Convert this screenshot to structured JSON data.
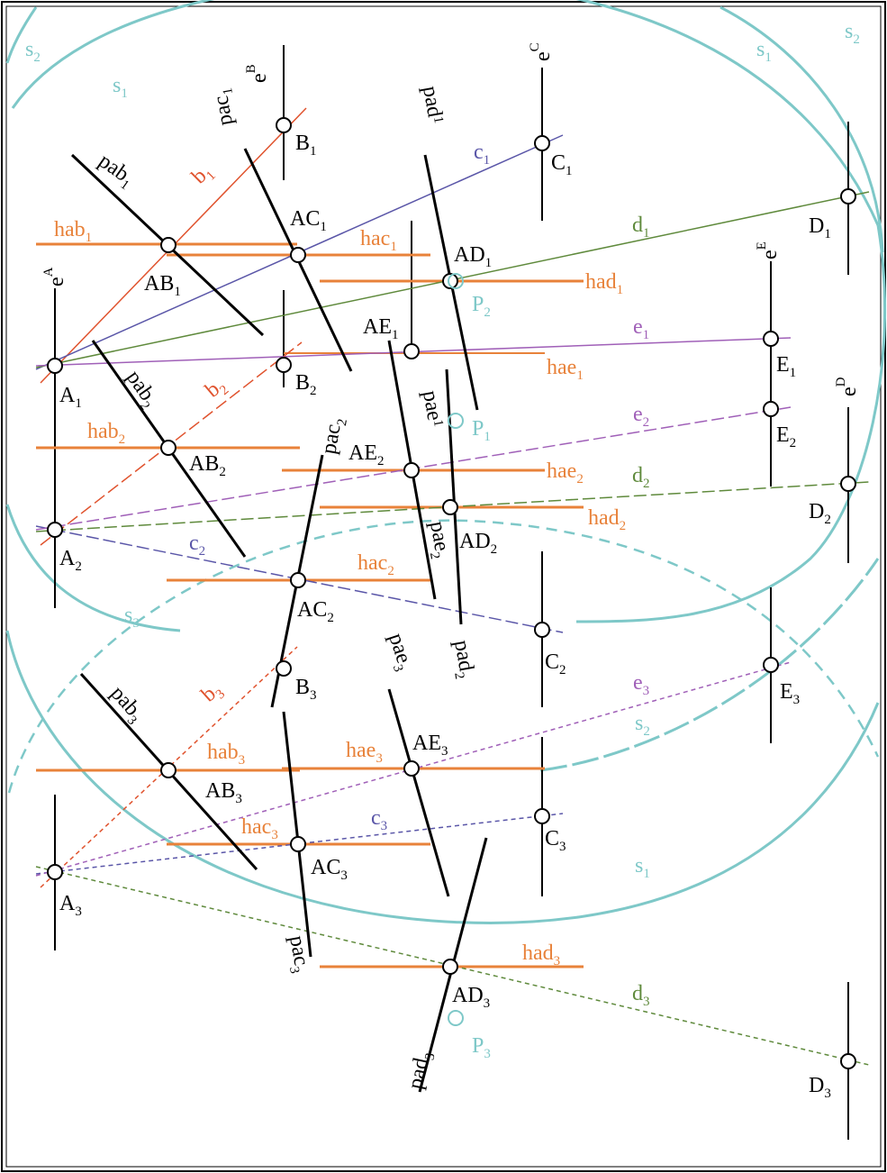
{
  "colors": {
    "black": "#000000",
    "orange": "#e8823a",
    "teal": "#7ec8c8",
    "blue": "#5a56a8",
    "red": "#e0532e",
    "green": "#5f8a3c",
    "purple": "#a060b8"
  },
  "labels": {
    "s_a": "s",
    "s_a_sub": "2",
    "s_b": "s",
    "s_b_sub": "1",
    "s_c": "s",
    "s_c_sub": "1",
    "s_d": "s",
    "s_d_sub": "2",
    "s_e": "s",
    "s_e_sub": "3",
    "s_f": "s",
    "s_f_sub": "2",
    "s_g": "s",
    "s_g_sub": "1",
    "eA": "e",
    "eA_sup": "A",
    "eB": "e",
    "eB_sup": "B",
    "eC": "e",
    "eC_sup": "C",
    "eD": "e",
    "eD_sup": "D",
    "eE": "e",
    "eE_sup": "E",
    "A1": "A",
    "A1_sub": "1",
    "A2": "A",
    "A2_sub": "2",
    "A3": "A",
    "A3_sub": "3",
    "B1": "B",
    "B1_sub": "1",
    "B2": "B",
    "B2_sub": "2",
    "B3": "B",
    "B3_sub": "3",
    "C1": "C",
    "C1_sub": "1",
    "C2": "C",
    "C2_sub": "2",
    "C3": "C",
    "C3_sub": "3",
    "D1": "D",
    "D1_sub": "1",
    "D2": "D",
    "D2_sub": "2",
    "D3": "D",
    "D3_sub": "3",
    "E1": "E",
    "E1_sub": "1",
    "E2": "E",
    "E2_sub": "2",
    "E3": "E",
    "E3_sub": "3",
    "AB1": "AB",
    "AB1_sub": "1",
    "AB2": "AB",
    "AB2_sub": "2",
    "AB3": "AB",
    "AB3_sub": "3",
    "AC1": "AC",
    "AC1_sub": "1",
    "AC2": "AC",
    "AC2_sub": "2",
    "AC3": "AC",
    "AC3_sub": "3",
    "AD1": "AD",
    "AD1_sub": "1",
    "AD2": "AD",
    "AD2_sub": "2",
    "AD3": "AD",
    "AD3_sub": "3",
    "AE1": "AE",
    "AE1_sub": "1",
    "AE2": "AE",
    "AE2_sub": "2",
    "AE3": "AE",
    "AE3_sub": "3",
    "P1": "P",
    "P1_sub": "1",
    "P2": "P",
    "P2_sub": "2",
    "P3": "P",
    "P3_sub": "3",
    "b1": "b",
    "b1_sub": "1",
    "b2": "b",
    "b2_sub": "2",
    "b3": "b",
    "b3_sub": "3",
    "c1": "c",
    "c1_sub": "1",
    "c2": "c",
    "c2_sub": "2",
    "c3": "c",
    "c3_sub": "3",
    "d1": "d",
    "d1_sub": "1",
    "d2": "d",
    "d2_sub": "2",
    "d3": "d",
    "d3_sub": "3",
    "e1": "e",
    "e1_sub": "1",
    "e2": "e",
    "e2_sub": "2",
    "e3": "e",
    "e3_sub": "3",
    "hab1": "hab",
    "hab1_sub": "1",
    "hab2": "hab",
    "hab2_sub": "2",
    "hab3": "hab",
    "hab3_sub": "3",
    "hac1": "hac",
    "hac1_sub": "1",
    "hac2": "hac",
    "hac2_sub": "2",
    "hac3": "hac",
    "hac3_sub": "3",
    "had1": "had",
    "had1_sub": "1",
    "had2": "had",
    "had2_sub": "2",
    "had3": "had",
    "had3_sub": "3",
    "hae1": "hae",
    "hae1_sub": "1",
    "hae2": "hae",
    "hae2_sub": "2",
    "hae3": "hae",
    "hae3_sub": "3",
    "pab1": "pab",
    "pab1_sub": "1",
    "pab2": "pab",
    "pab2_sub": "2",
    "pab3": "pab",
    "pab3_sub": "3",
    "pac1": "pac",
    "pac1_sub": "1",
    "pac2": "pac",
    "pac2_sub": "2",
    "pac3": "pac",
    "pac3_sub": "3",
    "pad1": "pad",
    "pad1_sub": "1",
    "pad2": "pad",
    "pad2_sub": "2",
    "pad3": "pad",
    "pad3_sub": "3",
    "pae1": "pae",
    "pae1_sub": "1",
    "pae2": "pae",
    "pae2_sub": "2",
    "pae3": "pae",
    "pae3_sub": "3"
  }
}
